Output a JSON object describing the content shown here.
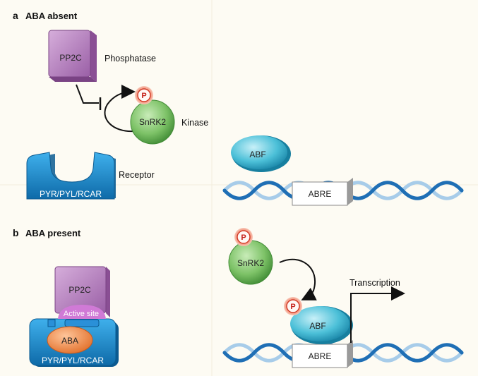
{
  "colors": {
    "background": "#fdfbf3",
    "pp2c": "#b07ab8",
    "snrk2": "#82c76c",
    "receptor": "#1d8fd0",
    "abf": "#4cc0d8",
    "aba": "#f08a4a",
    "phospho": "#e23b2c",
    "dna": "#1f6fb5"
  },
  "panel_a": {
    "letter": "a",
    "title": "ABA absent",
    "pp2c_label": "PP2C",
    "phosphatase_label": "Phosphatase",
    "phospho_label": "P",
    "snrk2_label": "SnRK2",
    "kinase_label": "Kinase",
    "receptor_label": "Receptor",
    "receptor_name": "PYR/PYL/RCAR",
    "abf_label": "ABF",
    "abre_label": "ABRE"
  },
  "panel_b": {
    "letter": "b",
    "title": "ABA present",
    "pp2c_label": "PP2C",
    "active_site_label": "Active site",
    "aba_label": "ABA",
    "receptor_name": "PYR/PYL/RCAR",
    "phospho_label": "P",
    "snrk2_label": "SnRK2",
    "abf_phospho_label": "P",
    "abf_label": "ABF",
    "abre_label": "ABRE",
    "transcription_label": "Transcription"
  }
}
